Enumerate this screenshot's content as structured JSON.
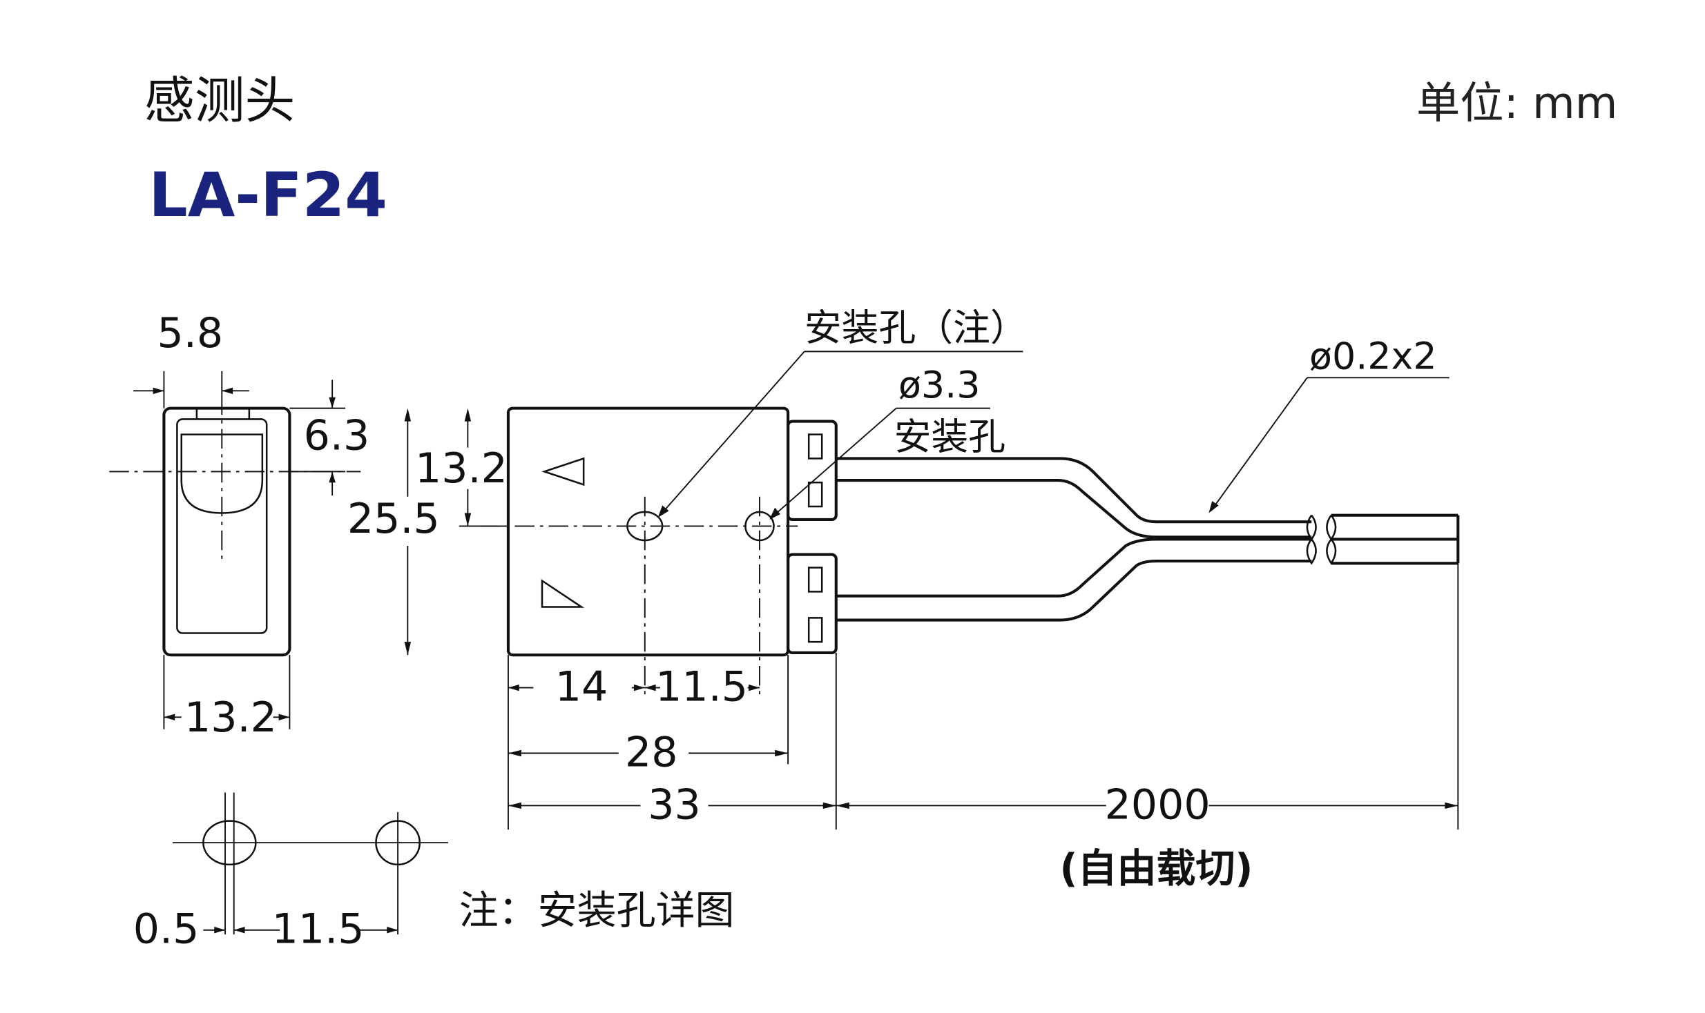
{
  "header": {
    "section_title": "感测头",
    "model": "LA-F24",
    "unit": "单位: mm"
  },
  "colors": {
    "model_title": "#1a237e",
    "line": "#111111"
  },
  "front_view": {
    "dim_width_top": "5.8",
    "dim_offset": "6.3",
    "dim_width_bottom": "13.2"
  },
  "side_view": {
    "dim_height_half": "13.2",
    "dim_height_total": "25.5",
    "dim_hole_offset": "14",
    "dim_hole_pitch": "11.5",
    "dim_body_length": "28",
    "dim_overall_length": "33",
    "dim_cable_length": "2000",
    "cable_note": "(自由载切)",
    "label_mount_hole_note": "安装孔（注）",
    "label_hole_diameter": "ø3.3",
    "label_mount_hole": "安装孔",
    "label_fiber": "ø0.2x2"
  },
  "hole_detail": {
    "dim_slot": "0.5",
    "dim_pitch": "11.5",
    "note": "注：安装孔详图"
  }
}
